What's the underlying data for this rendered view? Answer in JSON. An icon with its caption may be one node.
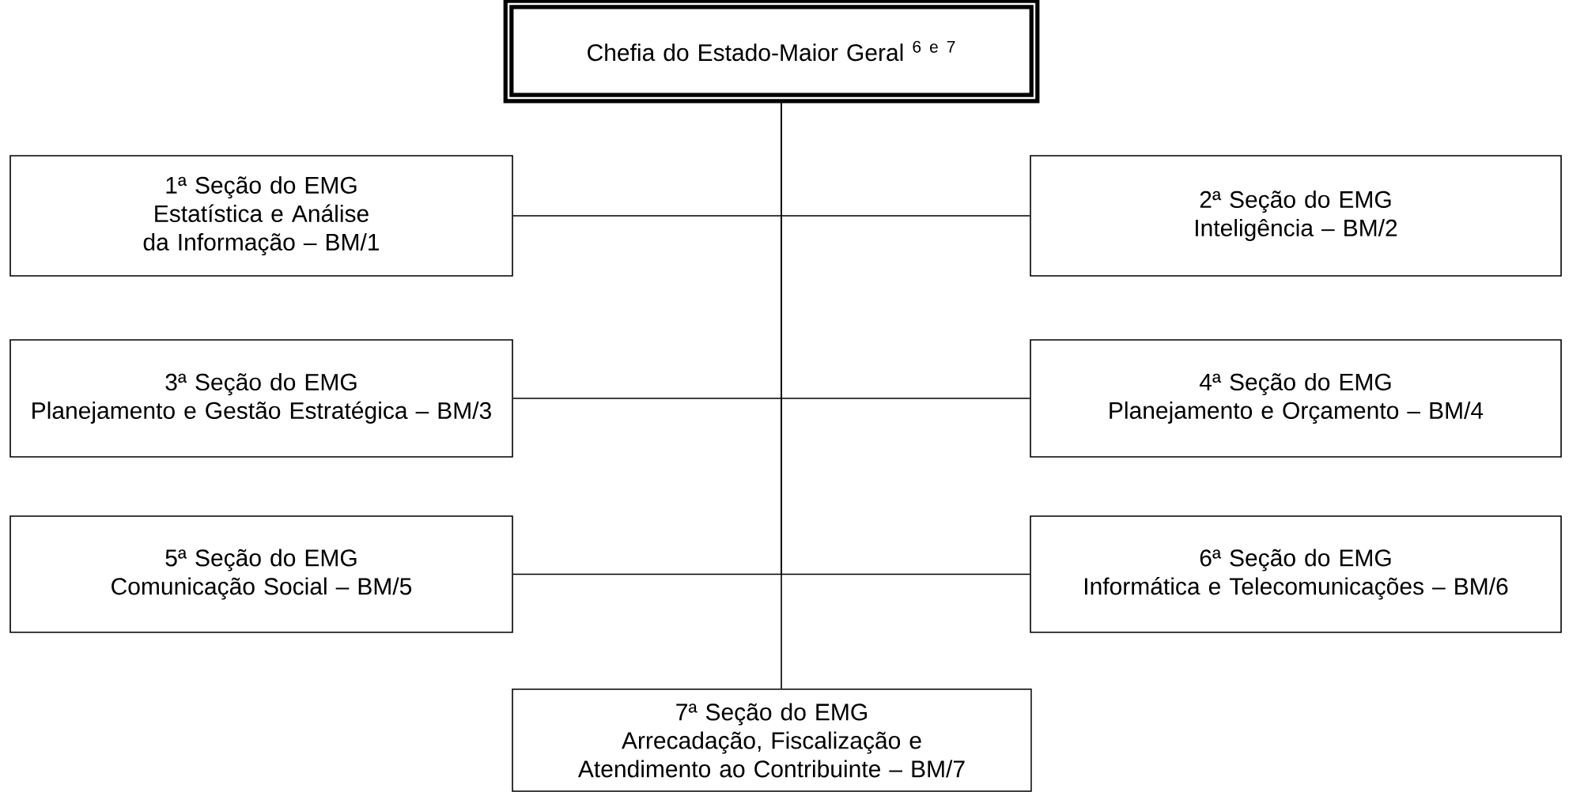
{
  "diagram": {
    "nodes": [
      {
        "text": [
          "Chefia do Estado-Maior Geral $^{6 e 7}$"
        ]
      },
      {
        "text": [
          "1ª Seção do EMG",
          "Estatística e Análise da Informação – BM/1"
        ]
      },
      {
        "text": [
          "2ª Seção do EMG",
          "Inteligência – BM/2"
        ]
      },
      {
        "text": [
          "3ª Seção do EMG",
          "Planejamento e Gestão Estratégica – BM/3"
        ]
      },
      {
        "text": [
          "4ª Seção do EMG",
          "Planejamento e Orçamento – BM/4"
        ]
      },
      {
        "text": [
          "5ª Seção do EMG",
          "Comunicação Social – BM/5"
        ]
      },
      {
        "text": [
          "6ª Seção do EMG",
          "Informática e Telecomunicações – BM/6"
        ]
      },
      {
        "text": [
          "7ª Seção do EMG",
          "Arrecadação, Fiscalização e Atendimento ao Contribuinte – BM/7"
        ]
      }
    ],
    "edges": [
      {
        "from": 0,
        "to": 1,
        "arrow": "none"
      },
      {
        "from": 0,
        "to": 2,
        "arrow": "none"
      },
      {
        "from": 0,
        "to": 3,
        "arrow": "none"
      },
      {
        "from": 0,
        "to": 4,
        "arrow": "none"
      },
      {
        "from": 0,
        "to": 5,
        "arrow": "none"
      },
      {
        "from": 0,
        "to": 6,
        "arrow": "none"
      },
      {
        "from": 0,
        "to": 7,
        "arrow": "none"
      }
    ]
  }
}
